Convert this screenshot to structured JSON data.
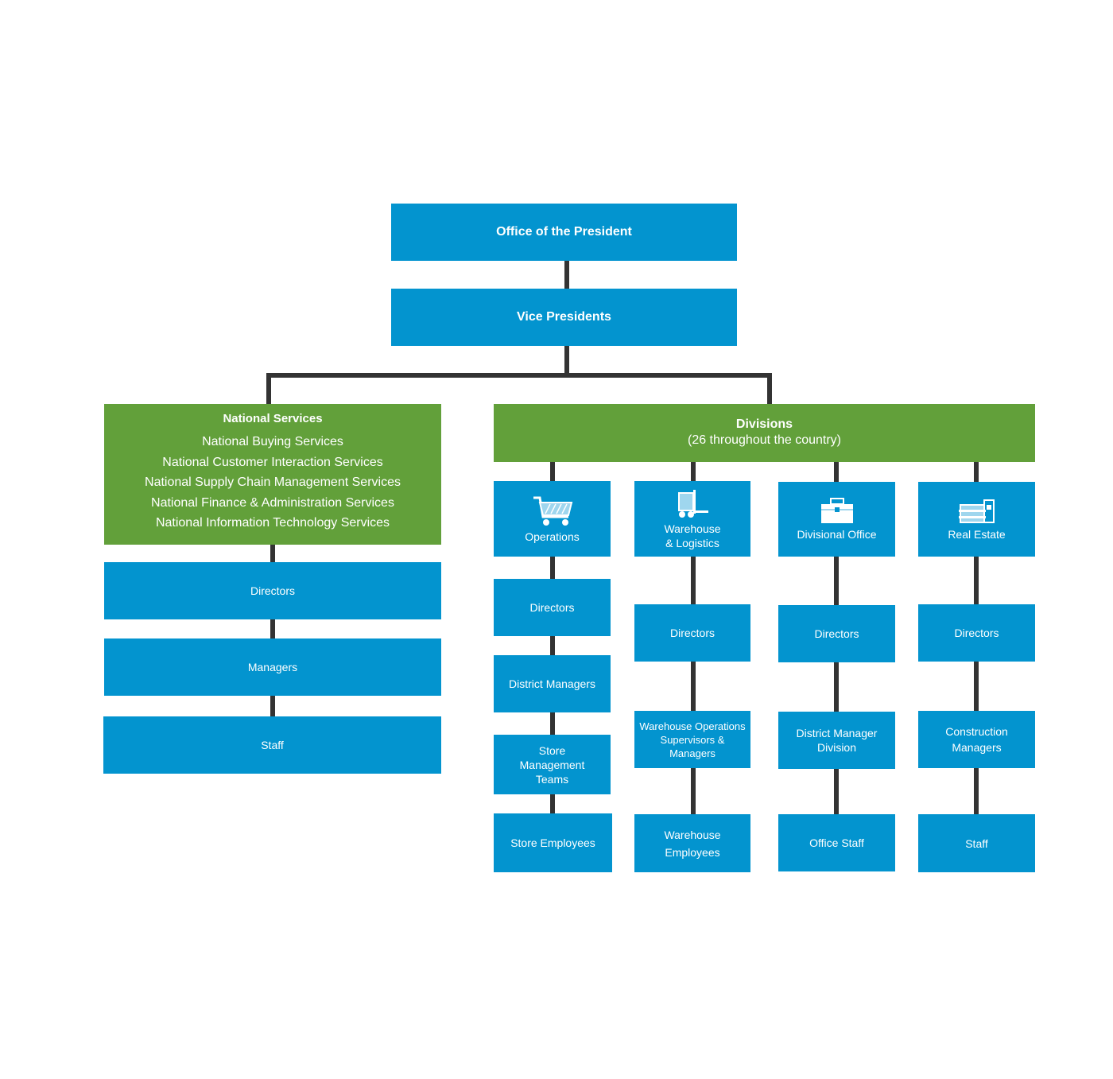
{
  "top": {
    "president": "Office of the President",
    "vice_presidents": "Vice Presidents"
  },
  "national_services": {
    "title": "National Services",
    "items": [
      "National Buying Services",
      "National Customer Interaction Services",
      "National Supply Chain Management Services",
      "National Finance & Administration Services",
      "National Information Technology Services"
    ],
    "levels": [
      "Directors",
      "Managers",
      "Staff"
    ]
  },
  "divisions": {
    "title": "Divisions",
    "subtitle": "(26 throughout the country)",
    "columns": [
      {
        "icon": "shopping-cart-icon",
        "label": "Operations",
        "levels": [
          "Directors",
          "District Managers",
          "Store Management Teams",
          "Store Employees"
        ]
      },
      {
        "icon": "forklift-icon",
        "label_line1": "Warehouse",
        "label_line2": "& Logistics",
        "levels": [
          "Directors",
          "Warehouse Operations Supervisors & Managers",
          "Warehouse Employees"
        ]
      },
      {
        "icon": "briefcase-icon",
        "label": "Divisional Office",
        "levels": [
          "Directors",
          "District Manager Division",
          "Office Staff"
        ]
      },
      {
        "icon": "building-icon",
        "label": "Real Estate",
        "levels": [
          "Directors",
          "Construction Managers",
          "Staff"
        ]
      }
    ]
  },
  "colors": {
    "blue": "#0394cf",
    "green": "#62a03a",
    "connector": "#333333",
    "background": "#ffffff"
  }
}
